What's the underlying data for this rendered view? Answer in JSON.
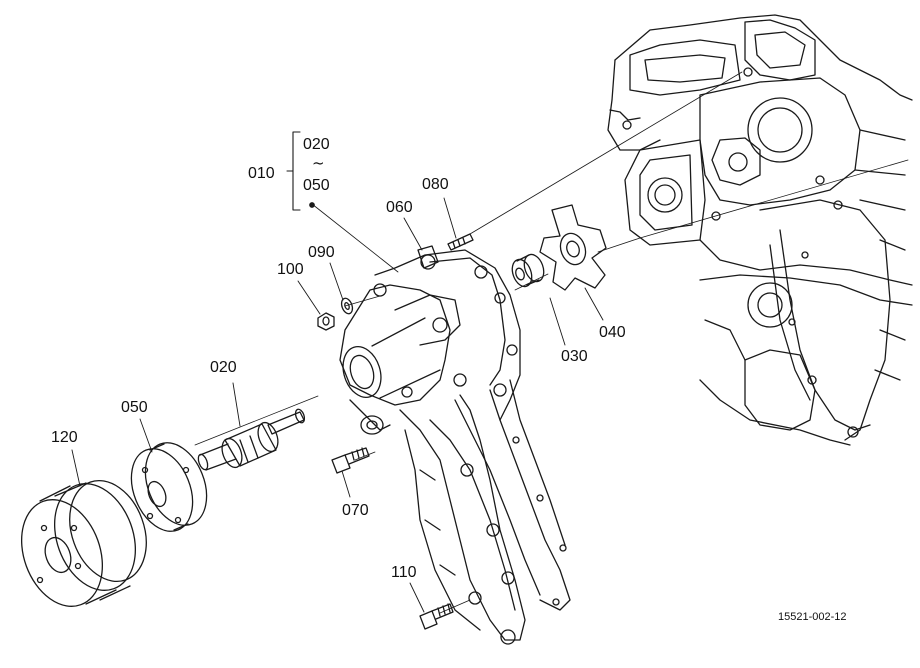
{
  "diagram": {
    "group_label": "010",
    "group_range_start": "020",
    "group_range_tilde": "~",
    "group_range_end": "050",
    "drawing_code": "15521-002-12",
    "callouts": {
      "c020": "020",
      "c030": "030",
      "c040": "040",
      "c050": "050",
      "c060": "060",
      "c070": "070",
      "c080": "080",
      "c090": "090",
      "c100": "100",
      "c110": "110",
      "c120": "120"
    }
  }
}
